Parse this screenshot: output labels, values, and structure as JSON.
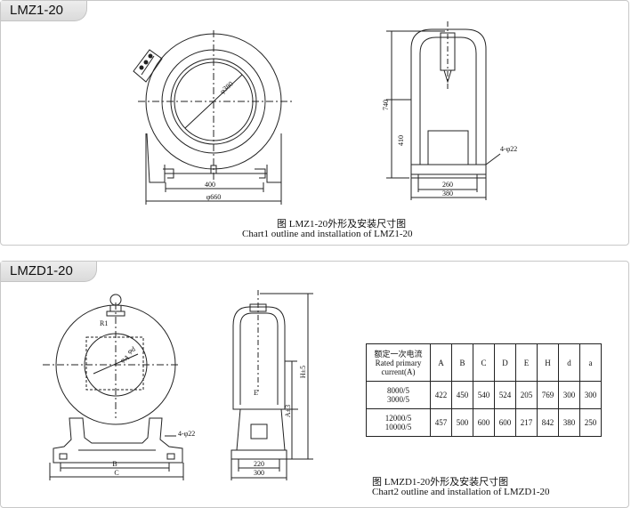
{
  "panel1": {
    "title": "LMZ1-20",
    "caption_cn": "图 LMZ1-20外形及安装尺寸图",
    "caption_en": "Chart1 outline and installation of LMZ1-20",
    "dims": {
      "phi380": "φ380",
      "d400": "400",
      "phi660": "φ660",
      "d740": "740",
      "d410": "410",
      "hole": "4-φ22",
      "d260": "260",
      "d380": "380"
    }
  },
  "panel2": {
    "title": "LMZD1-20",
    "caption_cn": "图 LMZD1-20外形及安装尺寸图",
    "caption_en": "Chart2 outline and installation of LMZD1-20",
    "dims": {
      "r1": "R1",
      "phi_d": "φd",
      "phi_a": "φA",
      "b": "B",
      "c": "C",
      "e": "E",
      "h5": "H±5",
      "a3": "A±3",
      "hole": "4-φ22",
      "d220": "220",
      "d300": "300"
    }
  },
  "table": {
    "header_label": [
      "额定一次电流",
      "Rated primary",
      "current(A)"
    ],
    "columns": [
      "A",
      "B",
      "C",
      "D",
      "E",
      "H",
      "d",
      "a"
    ],
    "rows": [
      {
        "current": [
          "8000/5",
          "3000/5"
        ],
        "values": [
          "422",
          "450",
          "540",
          "524",
          "205",
          "769",
          "300",
          "300"
        ]
      },
      {
        "current": [
          "12000/5",
          "10000/5"
        ],
        "values": [
          "457",
          "500",
          "600",
          "600",
          "217",
          "842",
          "380",
          "250"
        ]
      }
    ]
  }
}
